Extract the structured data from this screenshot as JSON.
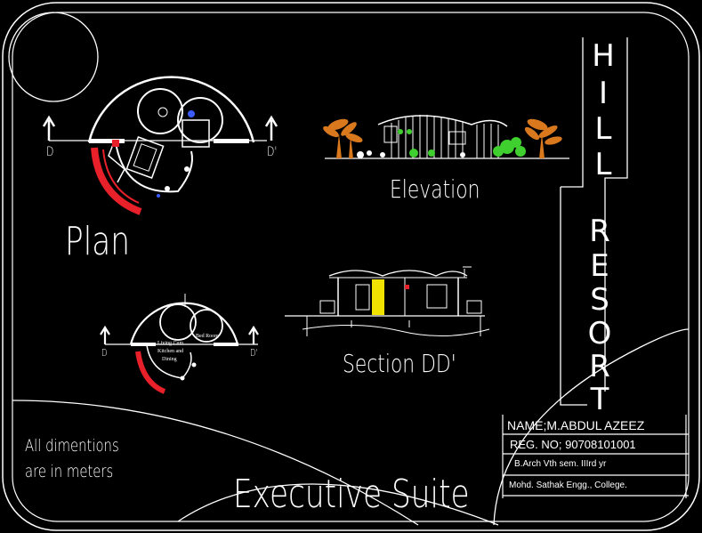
{
  "sheet": {
    "resort_title_letters": [
      "H",
      "I",
      "L",
      "L",
      "R",
      "E",
      "S",
      "O",
      "R",
      "T"
    ],
    "plan_label": "Plan",
    "elevation_label": "Elevation",
    "section_label": "Section DD'",
    "main_title": "Executive Suite",
    "note_line1": "All dimentions",
    "note_line2": "are in meters",
    "plan_marker_left": "D",
    "plan_marker_right": "D'",
    "plan_small_marker_left": "D",
    "plan_small_marker_right": "D'",
    "small_plan_room1": "Living Cum",
    "small_plan_room2": "Kitchen and",
    "small_plan_room3": "Dining",
    "small_plan_room4": "Bed Room"
  },
  "title_block": {
    "name": "NAME;M.ABDUL  AZEEZ",
    "reg": "REG. NO; 90708101001",
    "course": "B.Arch  Vth  sem.  IIIrd  yr",
    "college": "Mohd.  Sathak  Engg.,  College."
  },
  "colors": {
    "background": "#000000",
    "line": "#ffffff",
    "accent_red": "#e8202a",
    "accent_yellow": "#f2e200",
    "plant_orange": "#d9781c",
    "plant_green": "#3fcf2e",
    "accent_blue": "#3a5cff"
  }
}
